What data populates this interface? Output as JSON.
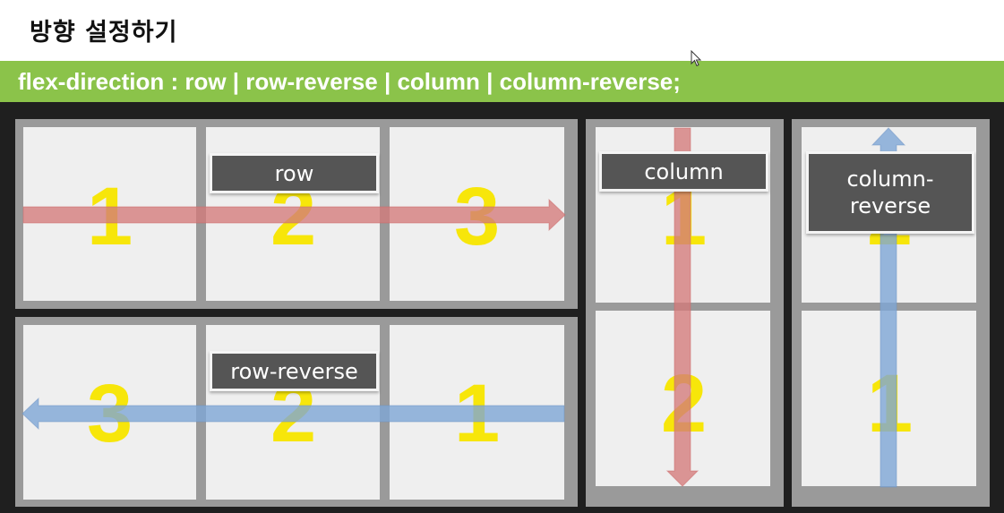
{
  "title": "방향 설정하기",
  "banner": {
    "text": "flex-direction : row | row-reverse | column | column-reverse;"
  },
  "panels": {
    "row": {
      "label": "row",
      "numbers": [
        "1",
        "2",
        "3"
      ]
    },
    "row_reverse": {
      "label": "row-reverse",
      "numbers": [
        "3",
        "2",
        "1"
      ]
    },
    "column": {
      "label": "column",
      "numbers": [
        "1",
        "2"
      ]
    },
    "column_reverse": {
      "label": "column-\nreverse",
      "numbers": [
        "2",
        "1"
      ]
    }
  },
  "colors": {
    "banner": "#8bc34a",
    "number": "#f7e60a",
    "red_arrow": "#d47a7a",
    "blue_arrow": "#7ea6d6"
  }
}
